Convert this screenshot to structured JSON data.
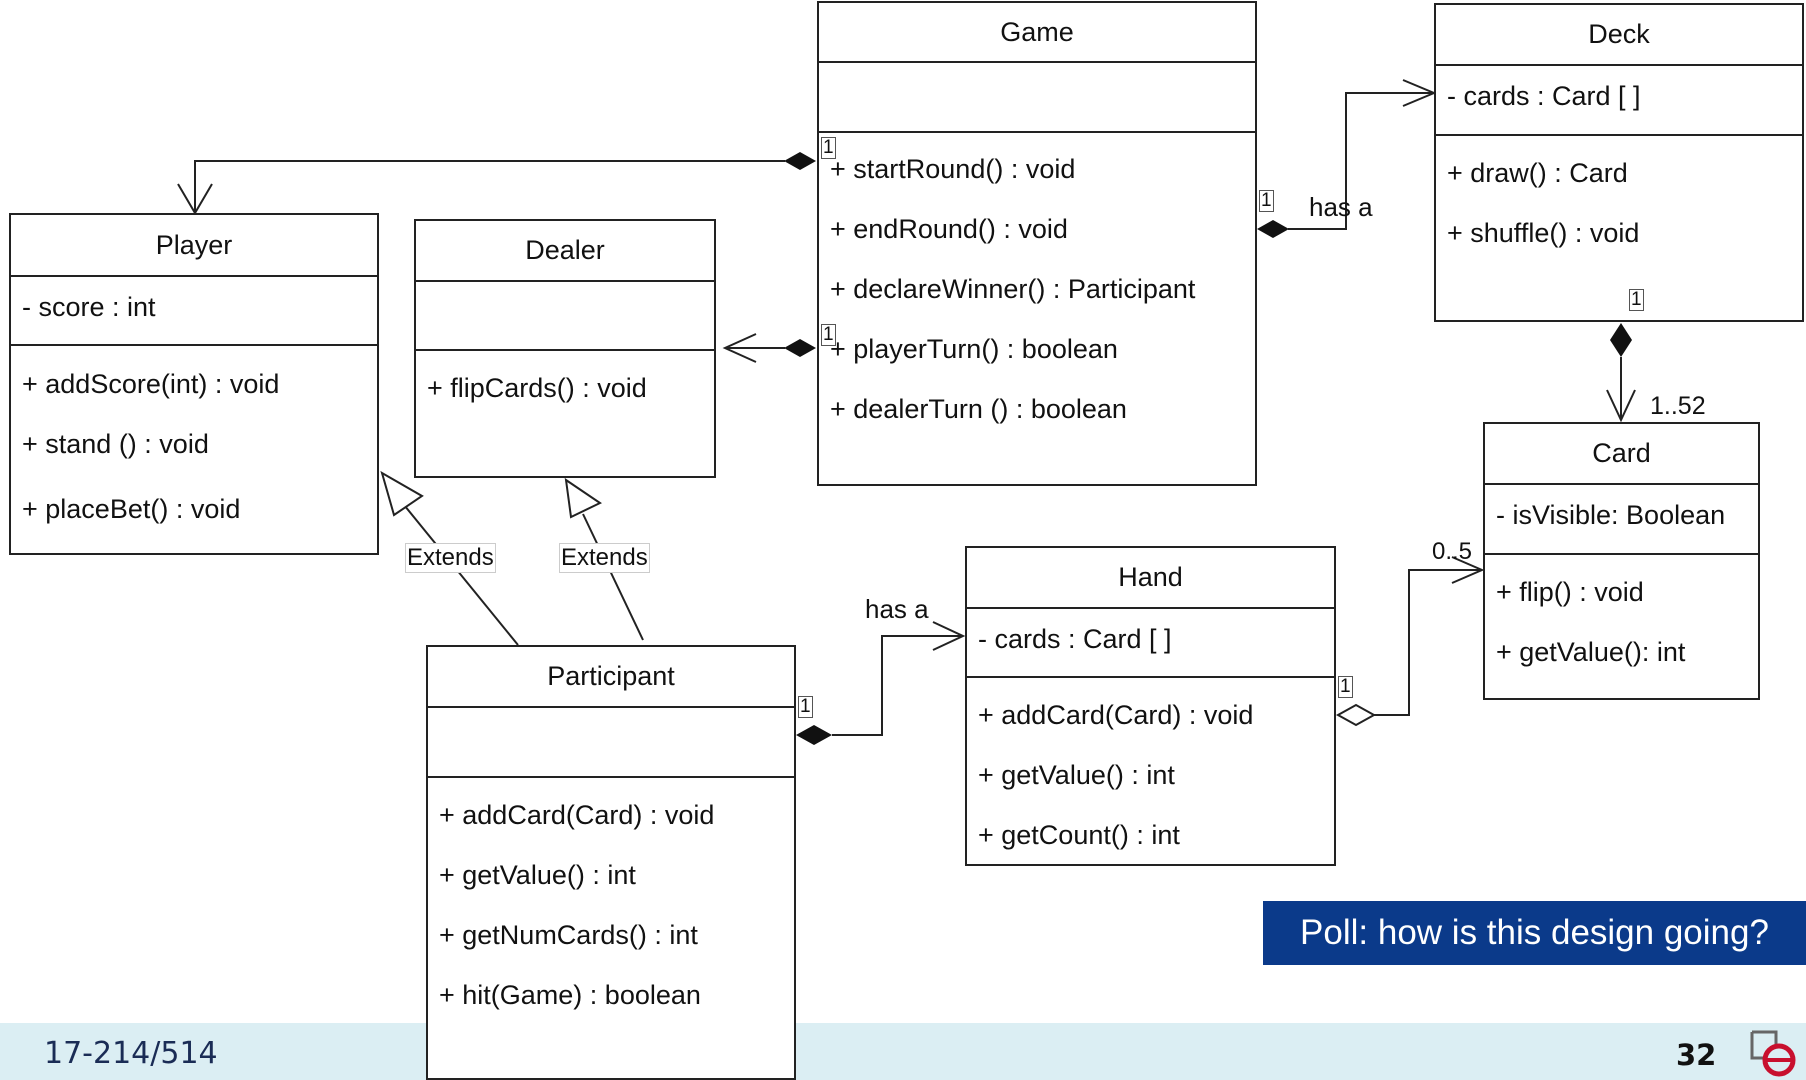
{
  "classes": {
    "game": {
      "name": "Game",
      "attributes": [],
      "methods": [
        "+ startRound() : void",
        "+ endRound() : void",
        "+ declareWinner() : Participant",
        "+ playerTurn() : boolean",
        "+ dealerTurn () : boolean"
      ]
    },
    "deck": {
      "name": "Deck",
      "attributes": [
        "- cards : Card [ ]"
      ],
      "methods": [
        "+ draw() : Card",
        "+ shuffle() : void"
      ]
    },
    "player": {
      "name": "Player",
      "attributes": [
        "- score : int"
      ],
      "methods": [
        "+ addScore(int) : void",
        "+ stand () : void",
        "+ placeBet() : void"
      ]
    },
    "dealer": {
      "name": "Dealer",
      "attributes": [],
      "methods": [
        "+ flipCards() : void"
      ]
    },
    "card": {
      "name": "Card",
      "attributes": [
        "- isVisible: Boolean"
      ],
      "methods": [
        "+ flip() : void",
        "+ getValue(): int"
      ]
    },
    "hand": {
      "name": "Hand",
      "attributes": [
        "- cards : Card [ ]"
      ],
      "methods": [
        "+ addCard(Card) : void",
        "+ getValue() : int",
        "+ getCount() : int"
      ]
    },
    "participant": {
      "name": "Participant",
      "attributes": [],
      "methods": [
        "+ addCard(Card) : void",
        "+ getValue() : int",
        "+ getNumCards() : int",
        "+ hit(Game) : boolean"
      ]
    }
  },
  "relations": {
    "game_deck_label": "has a",
    "participant_hand_label": "has a",
    "extends_label": "Extends",
    "mult_one": "1",
    "mult_cards": "1..52",
    "mult_hand_cards": "0..5"
  },
  "callout": "Poll: how is this design going?",
  "footer": {
    "course": "17-214/514",
    "page": "32"
  },
  "colors": {
    "callout_bg": "#0b3a8a",
    "footer_bg": "#dbeef3",
    "logo_red": "#c8102e"
  },
  "icons": {
    "logo": "cmu-logo-icon"
  }
}
